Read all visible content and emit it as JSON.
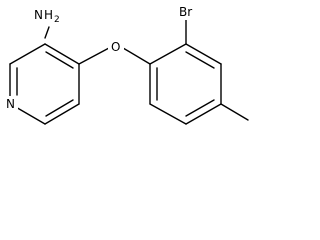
{
  "structure": {
    "atoms": {
      "amine_nitrogen": "N",
      "amine_hydrogens": "H",
      "amine_hydrogen_count": "2",
      "ether_oxygen": "O",
      "pyridine_nitrogen": "N",
      "bromine": "Br"
    }
  }
}
